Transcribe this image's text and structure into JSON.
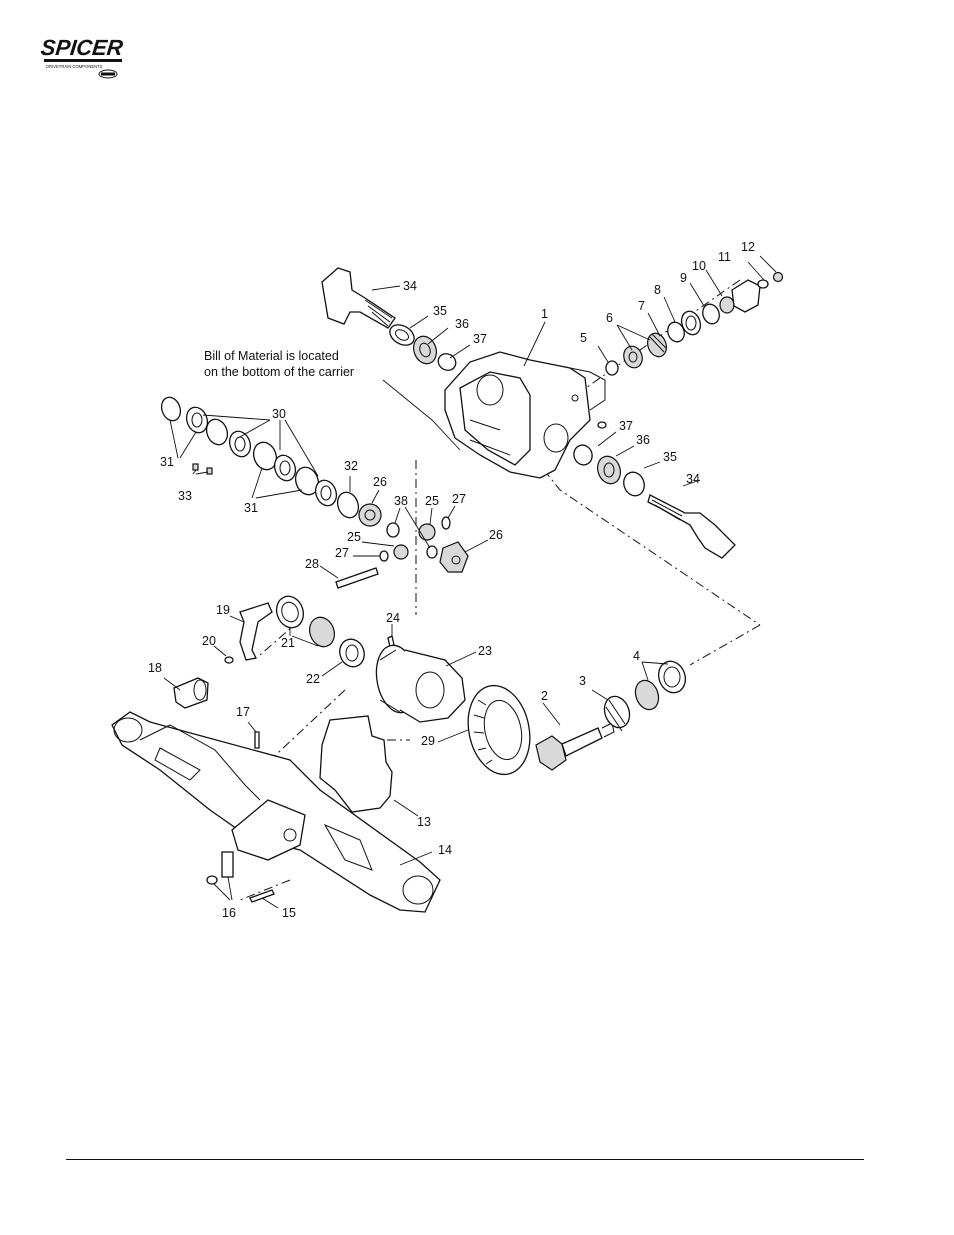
{
  "brand": {
    "logo_text": "SPICER",
    "logo_tagline": "DRIVETRAIN COMPONENTS"
  },
  "diagram": {
    "note_lines": [
      "Bill of Material is located",
      "on the bottom of the carrier"
    ],
    "callouts": [
      "1",
      "2",
      "3",
      "4",
      "5",
      "6",
      "7",
      "8",
      "9",
      "10",
      "11",
      "12",
      "13",
      "14",
      "15",
      "16",
      "17",
      "18",
      "19",
      "20",
      "21",
      "22",
      "23",
      "24",
      "25",
      "25",
      "26",
      "26",
      "27",
      "27",
      "28",
      "29",
      "30",
      "31",
      "31",
      "32",
      "33",
      "34",
      "34",
      "35",
      "35",
      "36",
      "36",
      "37",
      "37",
      "38"
    ]
  }
}
